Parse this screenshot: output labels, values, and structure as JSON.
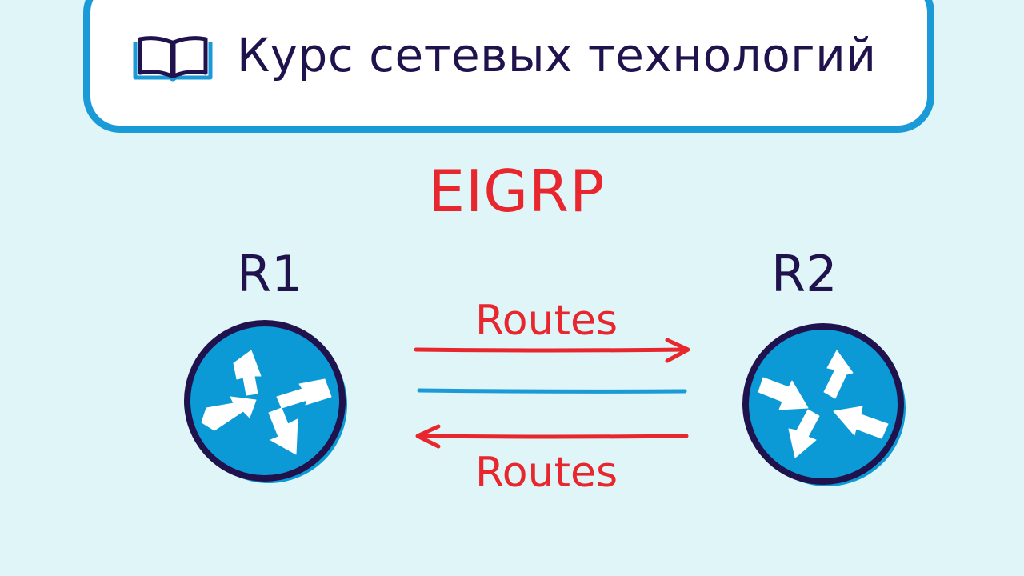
{
  "header": {
    "title": "Курс сетевых технологий",
    "icon": "open-book-icon"
  },
  "diagram": {
    "protocol": "EIGRP",
    "routers": [
      {
        "label": "R1",
        "icon": "router-icon"
      },
      {
        "label": "R2",
        "icon": "router-icon"
      }
    ],
    "link_top_label": "Routes",
    "link_bottom_label": "Routes"
  },
  "colors": {
    "background": "#dff5f8",
    "card_border": "#1a9ad6",
    "ink": "#20124d",
    "accent_red": "#e8262d",
    "router_fill": "#0b9ad6",
    "link_blue": "#1a9ad6"
  }
}
